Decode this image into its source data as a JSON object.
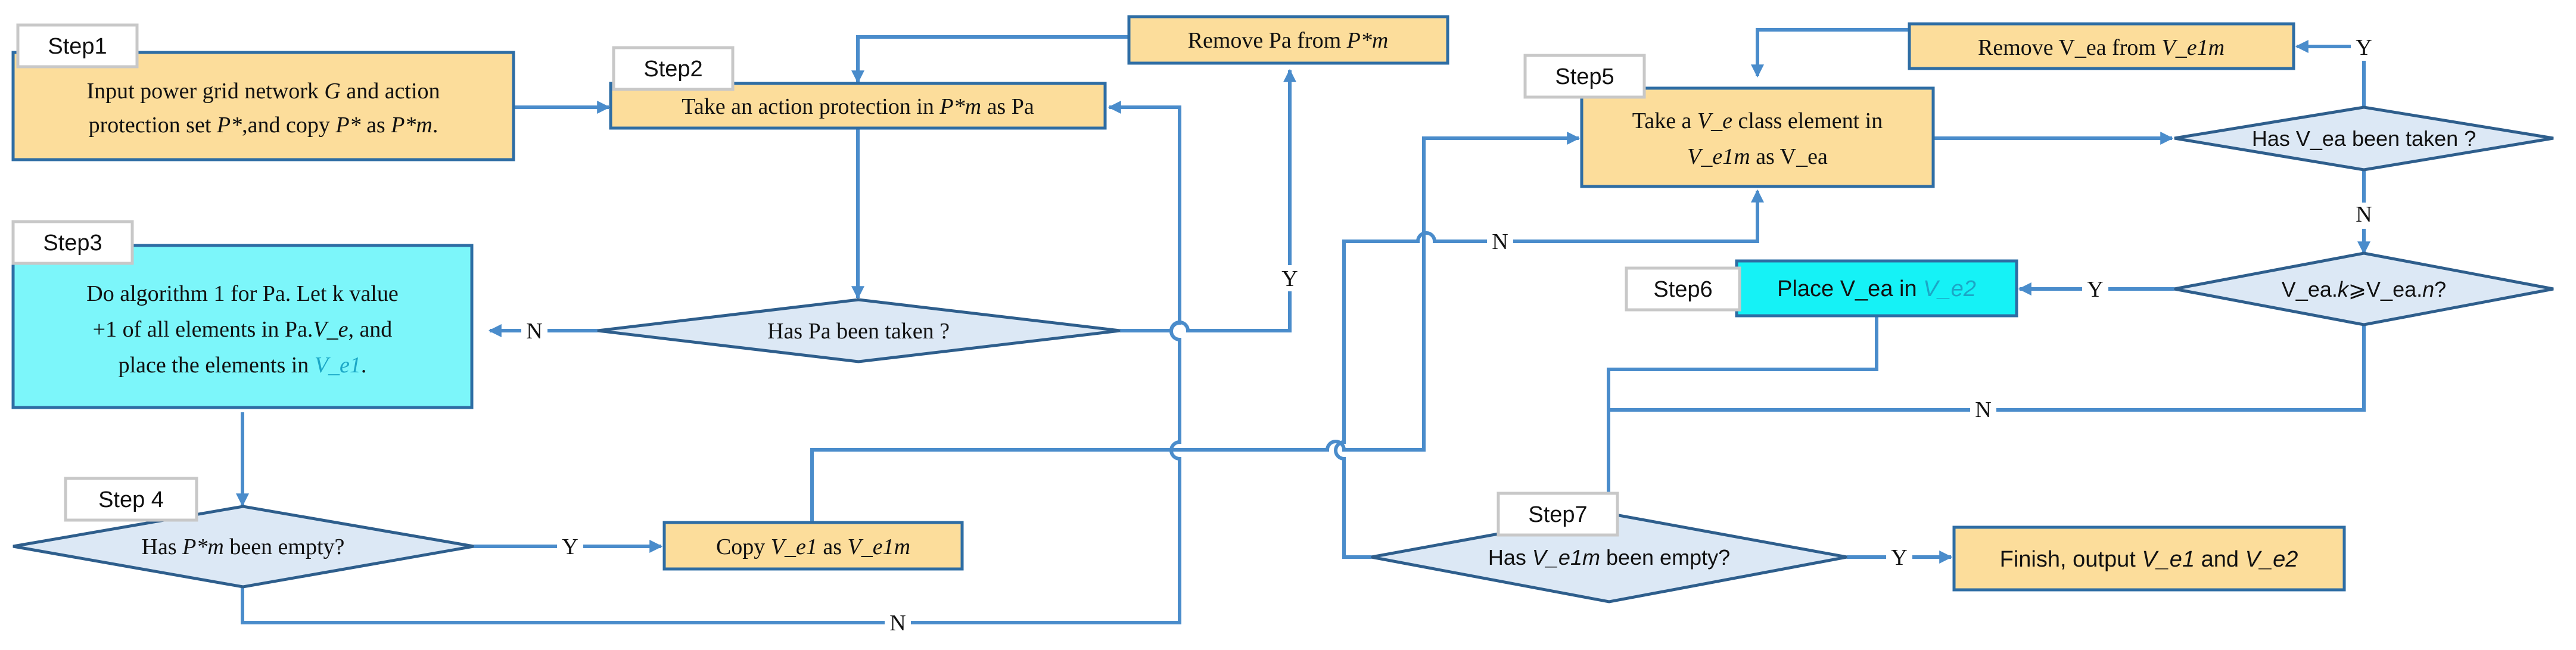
{
  "colors": {
    "process_fill": "#FCDD9B",
    "process_stroke": "#2E6DA4",
    "cyan_fill": "#7CF6FA",
    "cyan_bright": "#15F2F6",
    "decision_fill": "#DCE8F5",
    "decision_stroke": "#2E5E8C",
    "arrow": "#4A8CCB",
    "step_border": "#C8C8C8",
    "italic_cyan": "#1BA7C6"
  },
  "steps": {
    "step1": "Step1",
    "step2": "Step2",
    "step3": "Step3",
    "step4": "Step 4",
    "step5": "Step5",
    "step6": "Step6",
    "step7": "Step7"
  },
  "boxes": {
    "input": {
      "line1_a": "Input power grid network ",
      "line1_b": "G",
      "line1_c": " and action",
      "line2_a": "protection set ",
      "line2_b": "P*",
      "line2_c": ",and copy ",
      "line2_d": "P*",
      "line2_e": " as ",
      "line2_f": "P*m",
      "line2_g": "."
    },
    "take_action": {
      "a": "Take an action protection in ",
      "b": "P*m",
      "c": " as Pa"
    },
    "remove_pa": {
      "a": "Remove Pa from ",
      "b": "P*m"
    },
    "algorithm": {
      "line1": "Do algorithm 1 for Pa. Let k value",
      "line2_a": "+1 of all elements in  Pa.",
      "line2_b": "V_e",
      "line2_c": ", and",
      "line3_a": "place the elements in ",
      "line3_b": "V_e1",
      "line3_c": "."
    },
    "copy": {
      "a": "Copy ",
      "b": "V_e1",
      "c": " as ",
      "d": "V_e1m"
    },
    "take_ve": {
      "line1_a": "Take a ",
      "line1_b": "V_e",
      "line1_c": " class element in",
      "line2_a": "V_e1m",
      "line2_b": " as V_ea"
    },
    "remove_vea": {
      "a": "Remove V_ea from ",
      "b": "V_e1m"
    },
    "place_vea": {
      "a": "Place V_ea in ",
      "b": "V_e2"
    },
    "finish": {
      "a": "Finish, output ",
      "b": "V_e1",
      "c": " and ",
      "d": "V_e2"
    }
  },
  "decisions": {
    "pa_taken": "Has Pa been taken ?",
    "pm_empty": {
      "a": "Has ",
      "b": "P*m",
      "c": " been empty?"
    },
    "vea_taken": "Has V_ea been taken ?",
    "k_ge_n": {
      "a": "V_ea.",
      "b": "k",
      "c": "⩾V_ea.",
      "d": "n",
      "e": "?"
    },
    "ve1m_empty": {
      "a": "Has ",
      "b": "V_e1m",
      "c": " been empty?"
    }
  },
  "labels": {
    "n": "N",
    "y": "Y"
  }
}
